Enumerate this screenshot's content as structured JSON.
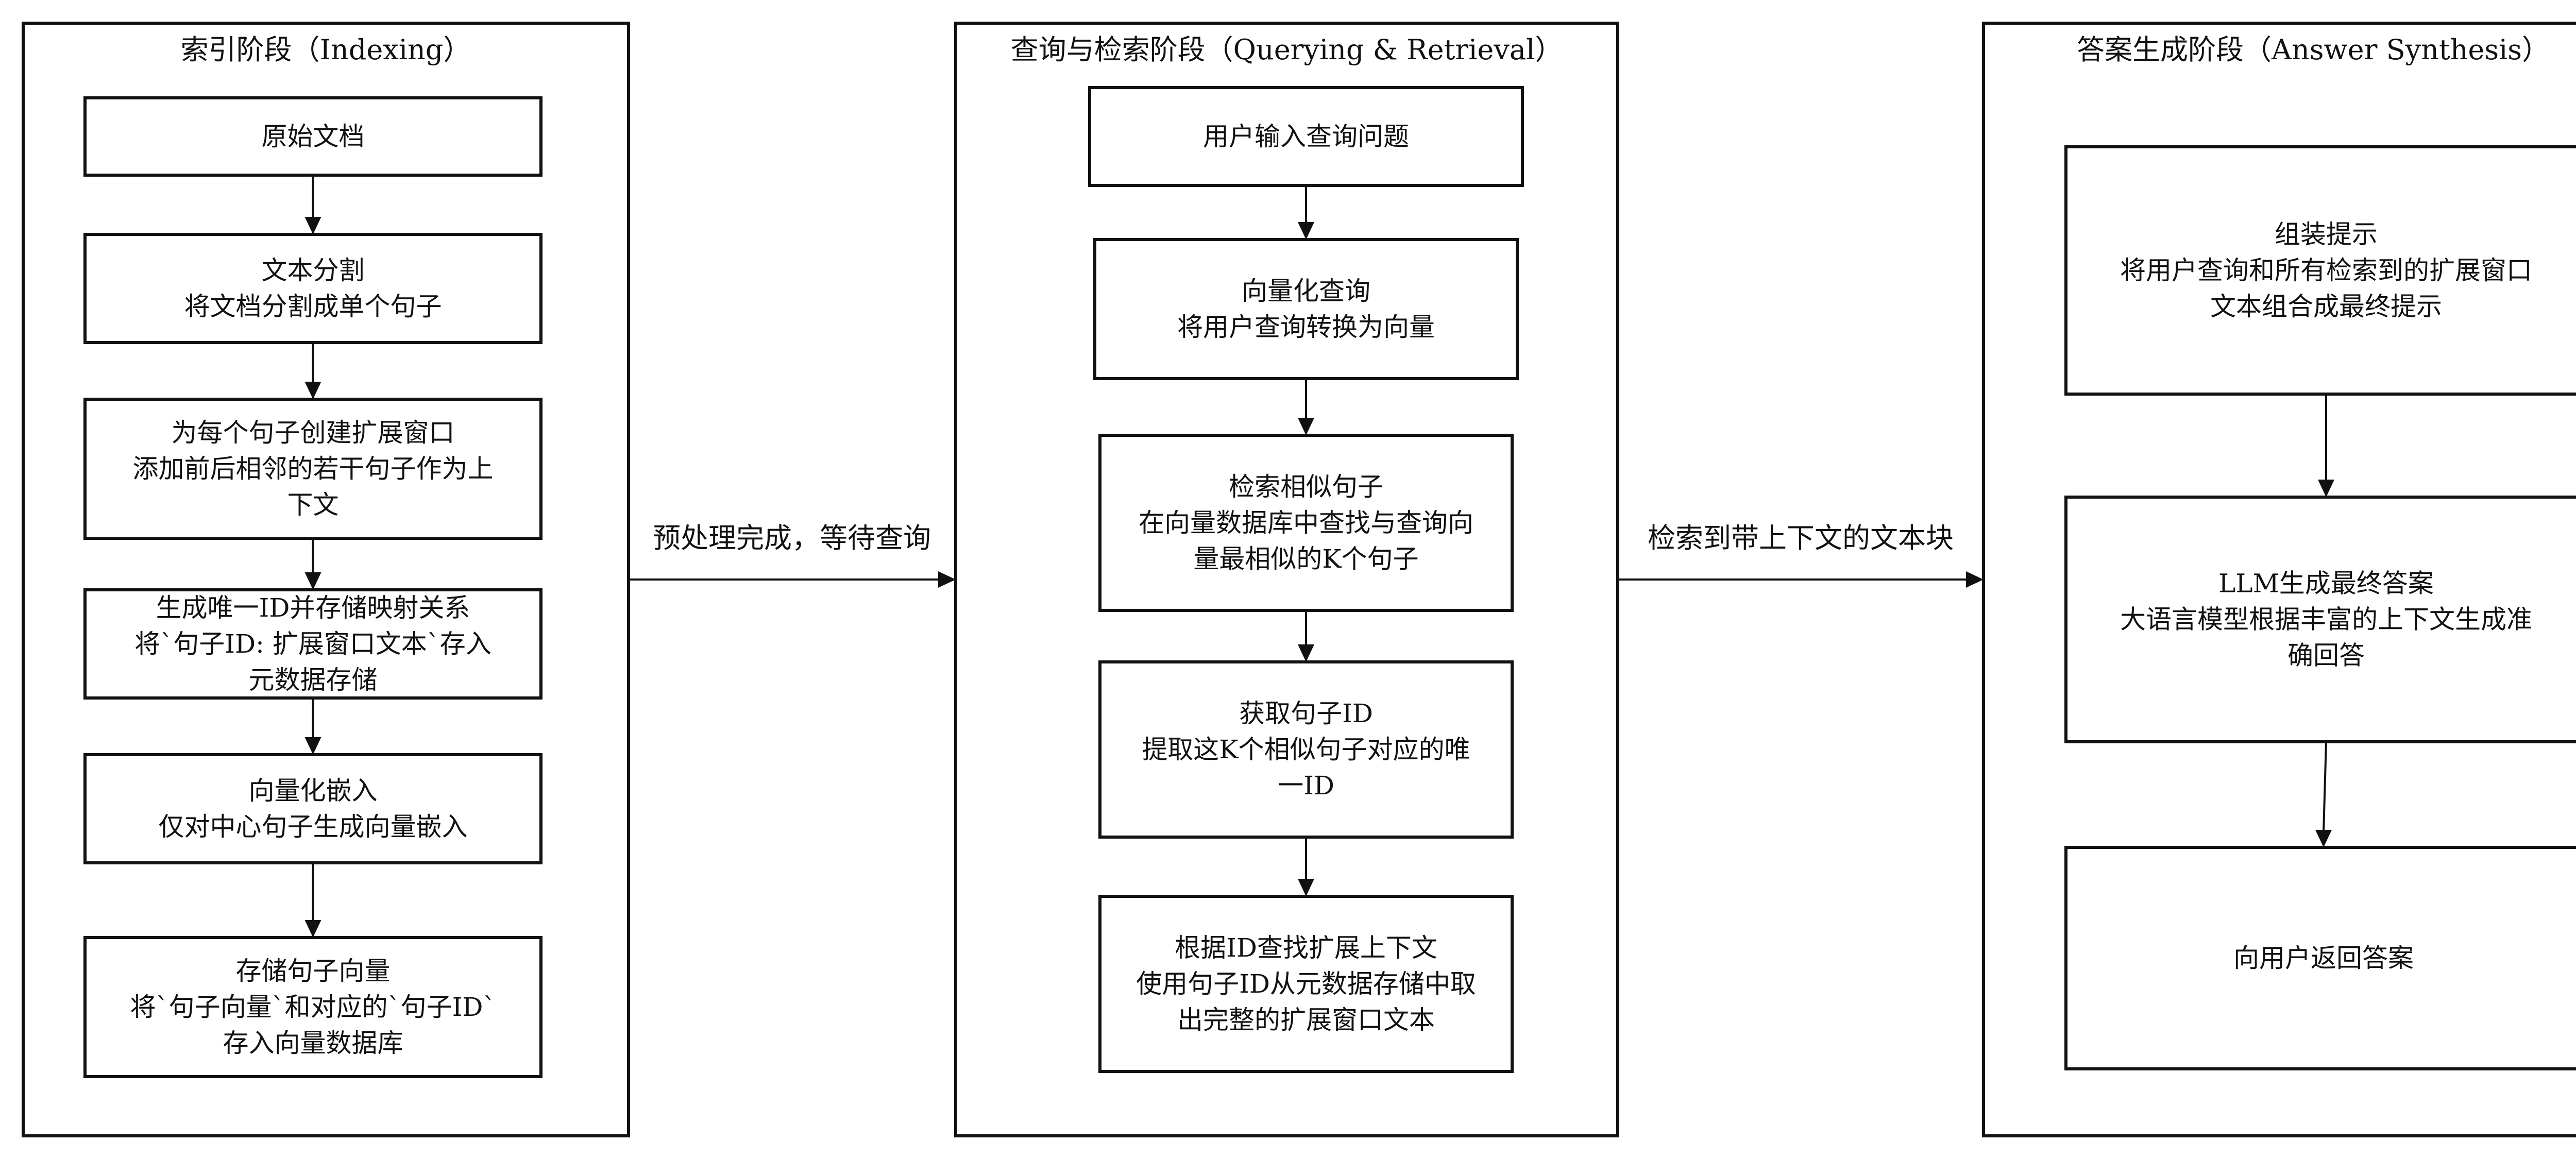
{
  "panels": [
    {
      "title": "索引阶段（Indexing）",
      "boxes": [
        {
          "lines": [
            "原始文档"
          ]
        },
        {
          "lines": [
            "文本分割",
            "将文档分割成单个句子"
          ]
        },
        {
          "lines": [
            "为每个句子创建扩展窗口",
            "添加前后相邻的若干句子作为上",
            "下文"
          ]
        },
        {
          "lines": [
            "生成唯一ID并存储映射关系",
            "将`句子ID: 扩展窗口文本`存入",
            "元数据存储"
          ]
        },
        {
          "lines": [
            "向量化嵌入",
            "仅对中心句子生成向量嵌入"
          ]
        },
        {
          "lines": [
            "存储句子向量",
            "将`句子向量`和对应的`句子ID`",
            "存入向量数据库"
          ]
        }
      ]
    },
    {
      "title": "查询与检索阶段（Querying & Retrieval）",
      "boxes": [
        {
          "lines": [
            "用户输入查询问题"
          ]
        },
        {
          "lines": [
            "向量化查询",
            "将用户查询转换为向量"
          ]
        },
        {
          "lines": [
            "检索相似句子",
            "在向量数据库中查找与查询向",
            "量最相似的K个句子"
          ]
        },
        {
          "lines": [
            "获取句子ID",
            "提取这K个相似句子对应的唯",
            "一ID"
          ]
        },
        {
          "lines": [
            "根据ID查找扩展上下文",
            "使用句子ID从元数据存储中取",
            "出完整的扩展窗口文本"
          ]
        }
      ]
    },
    {
      "title": "答案生成阶段（Answer Synthesis）",
      "boxes": [
        {
          "lines": [
            "组装提示",
            "将用户查询和所有检索到的扩展窗口",
            "文本组合成最终提示"
          ]
        },
        {
          "lines": [
            "LLM生成最终答案",
            "大语言模型根据丰富的上下文生成准",
            "确回答"
          ]
        },
        {
          "lines": [
            "向用户返回答案"
          ]
        }
      ]
    }
  ],
  "connectors": [
    {
      "label": "预处理完成，等待查询"
    },
    {
      "label": "检索到带上下文的文本块"
    }
  ]
}
